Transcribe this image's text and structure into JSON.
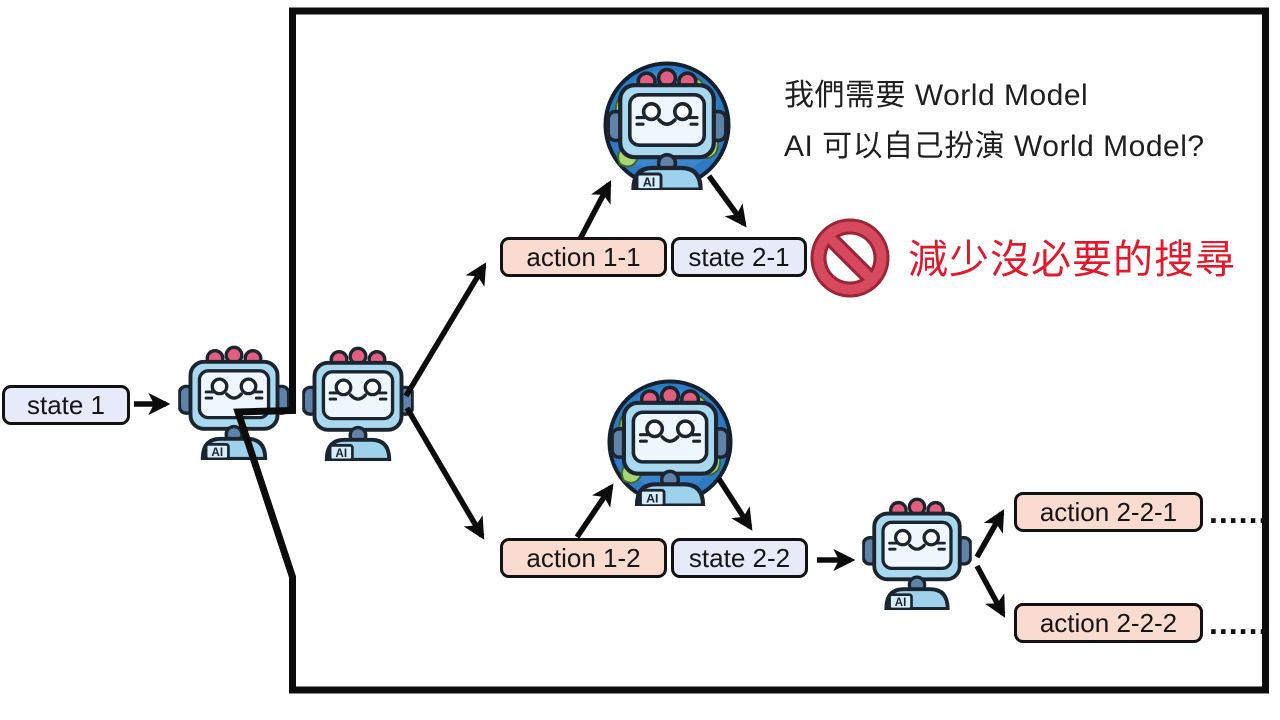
{
  "figure": {
    "question": {
      "line1": "我們需要 World Model",
      "line2": "AI 可以自己扮演 World Model?"
    },
    "note": {
      "text": "減少沒必要的搜尋",
      "color": "#e3192b"
    },
    "robot": {
      "chest_label": "AI"
    },
    "boxes": {
      "state_1": {
        "label": "state 1",
        "type": "state"
      },
      "action_1_1": {
        "label": "action 1-1",
        "type": "action"
      },
      "state_2_1": {
        "label": "state 2-1",
        "type": "state"
      },
      "action_1_2": {
        "label": "action 1-2",
        "type": "action"
      },
      "state_2_2": {
        "label": "state 2-2",
        "type": "state"
      },
      "action_2_2_1": {
        "label": "action 2-2-1",
        "type": "action"
      },
      "action_2_2_2": {
        "label": "action 2-2-2",
        "type": "action"
      }
    },
    "ellipsis_after_action_2_2_1": "......",
    "ellipsis_after_action_2_2_2": "......",
    "colors": {
      "action_fill": "#fadbd0",
      "state_fill": "#e7eaf8",
      "outline": "#121212",
      "prohibition_red": "#d6495e",
      "prohibition_dark": "#9c2435",
      "globe_ocean": "#2e7ac4",
      "globe_land": "#a6d674",
      "robot_blue": "#a9d9ef"
    }
  }
}
